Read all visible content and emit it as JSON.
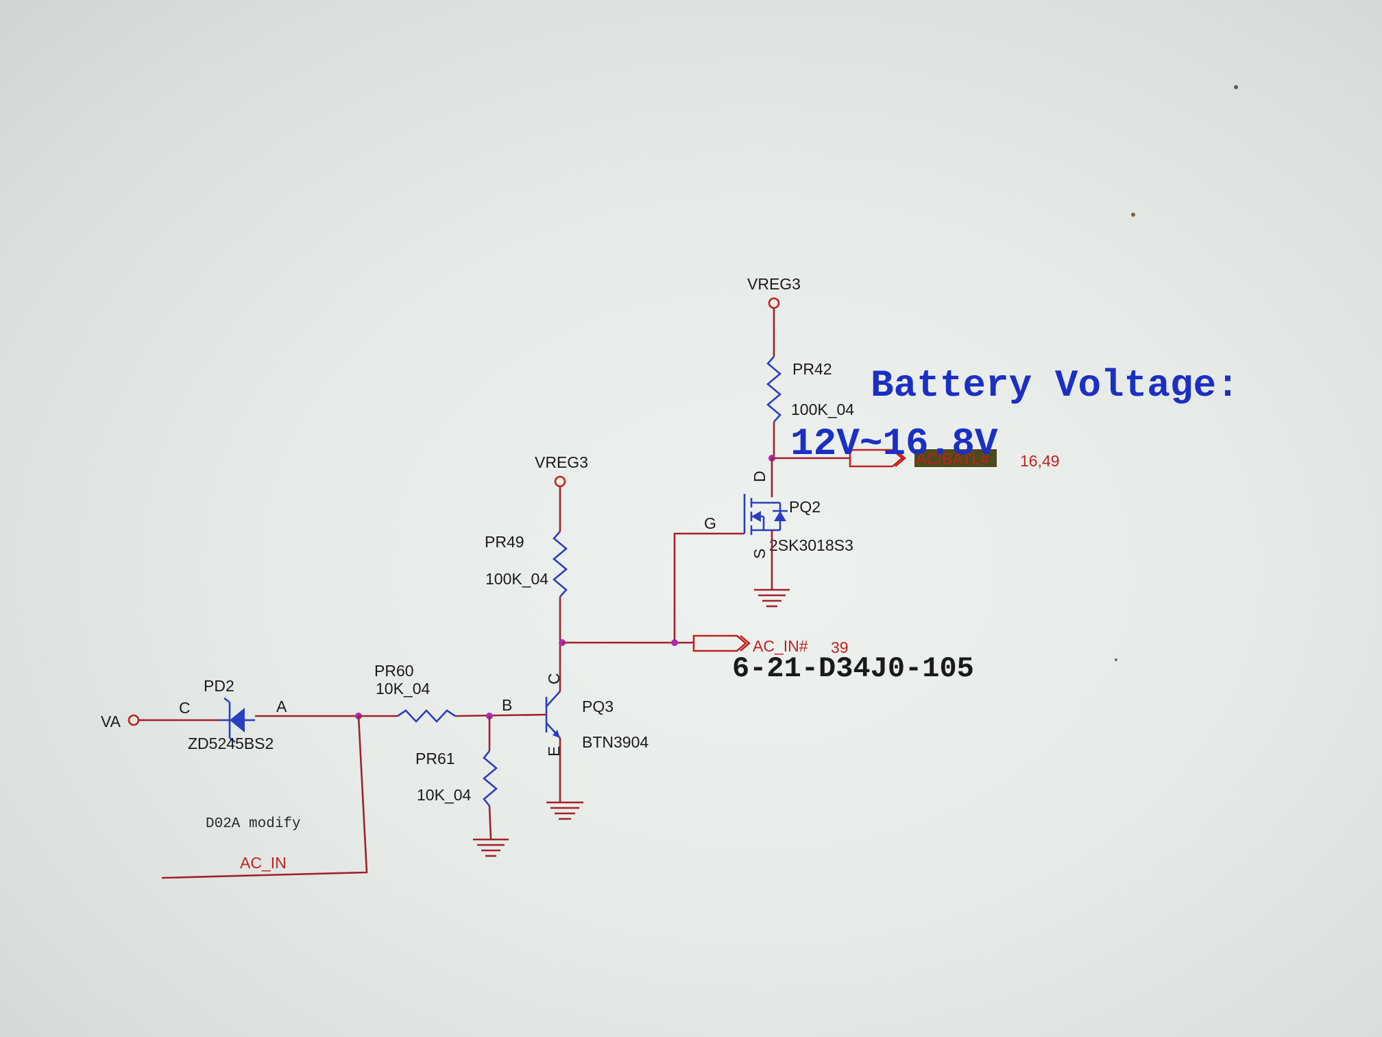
{
  "labels": {
    "vreg3_top": "VREG3",
    "vreg3_mid": "VREG3",
    "pr42": "PR42",
    "pr42_value": "100K_04",
    "pr49": "PR49",
    "pr49_value": "100K_04",
    "pr60": "PR60",
    "pr60_value": "10K_04",
    "pr61": "PR61",
    "pr61_value": "10K_04",
    "pq2": "PQ2",
    "pq2_part": "2SK3018S3",
    "pq3": "PQ3",
    "pq3_part": "BTN3904",
    "pd2": "PD2",
    "pd2_part": "ZD5245BS2",
    "pin_d": "D",
    "pin_g": "G",
    "pin_s": "S",
    "pin_c": "C",
    "pin_e": "E",
    "pin_b": "B",
    "diode_c": "C",
    "diode_a": "A",
    "va": "VA",
    "d02a_note": "D02A modify",
    "ac_in_net": "AC_IN",
    "ac_batl": "AC/BATL#",
    "ac_batl_pages": "16,49",
    "ac_in_port": "AC_IN#",
    "ac_in_port_page": "39"
  },
  "annotations": {
    "battery_title": "Battery Voltage:",
    "battery_range": "12V~16.8V",
    "part_number": "6-21-D34J0-105"
  },
  "colors": {
    "wire": "#a3202a",
    "component": "#2a3ec0",
    "junction": "#b02ab8",
    "annotation": "#1c2fc4",
    "net_label": "#c0221f"
  }
}
